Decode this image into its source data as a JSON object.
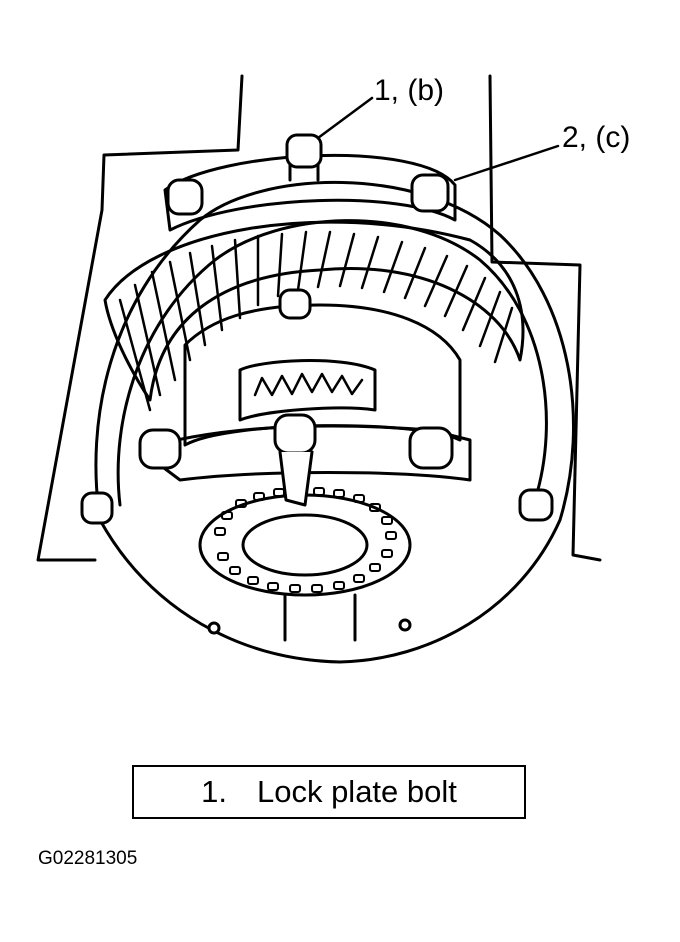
{
  "callouts": [
    {
      "id": "1",
      "label": "1, (b)"
    },
    {
      "id": "2",
      "label": "2, (c)"
    }
  ],
  "legend": {
    "number": "1.",
    "text": "Lock plate bolt"
  },
  "figure_code": "G02281305",
  "colors": {
    "ink": "#000000",
    "paper": "#ffffff",
    "shade": "#bdbdbd"
  }
}
